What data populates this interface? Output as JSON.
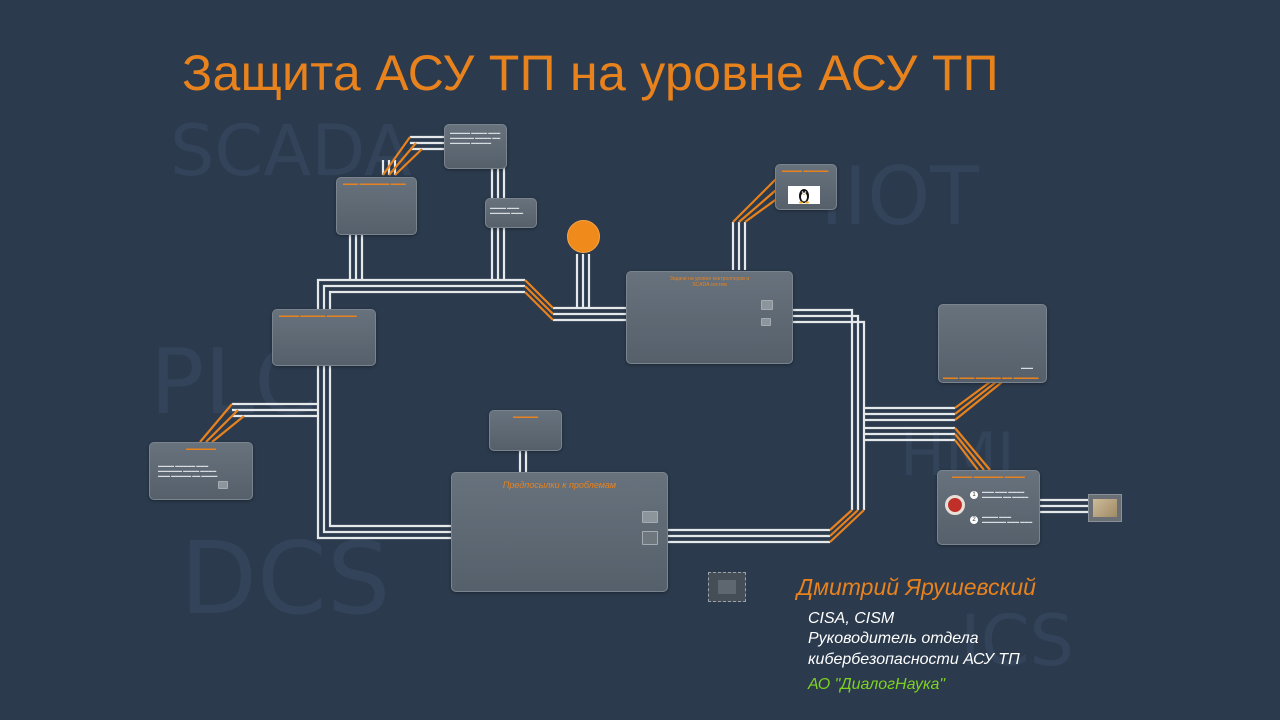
{
  "title": "Защита АСУ ТП на уровне АСУ ТП",
  "author": {
    "name": "Дмитрий Ярушевский",
    "credentials": "CISA, CISM",
    "position_line1": "Руководитель отдела",
    "position_line2": "кибербезопасности АСУ ТП",
    "company": "АО \"ДиалогНаука\""
  },
  "frames": {
    "main_label": "Предпосылки к проблемам",
    "scada_label_1": "Задачи на уровне контроллеров и",
    "scada_label_2": "SCADA систем"
  },
  "colors": {
    "background": "#2b3a4d",
    "accent": "#e8821d",
    "frame": "#5f6974",
    "company": "#7ed320"
  },
  "icons": [
    "orange-circle-icon",
    "microchip-icon",
    "penguin-icon",
    "lifebuoy-icon"
  ]
}
